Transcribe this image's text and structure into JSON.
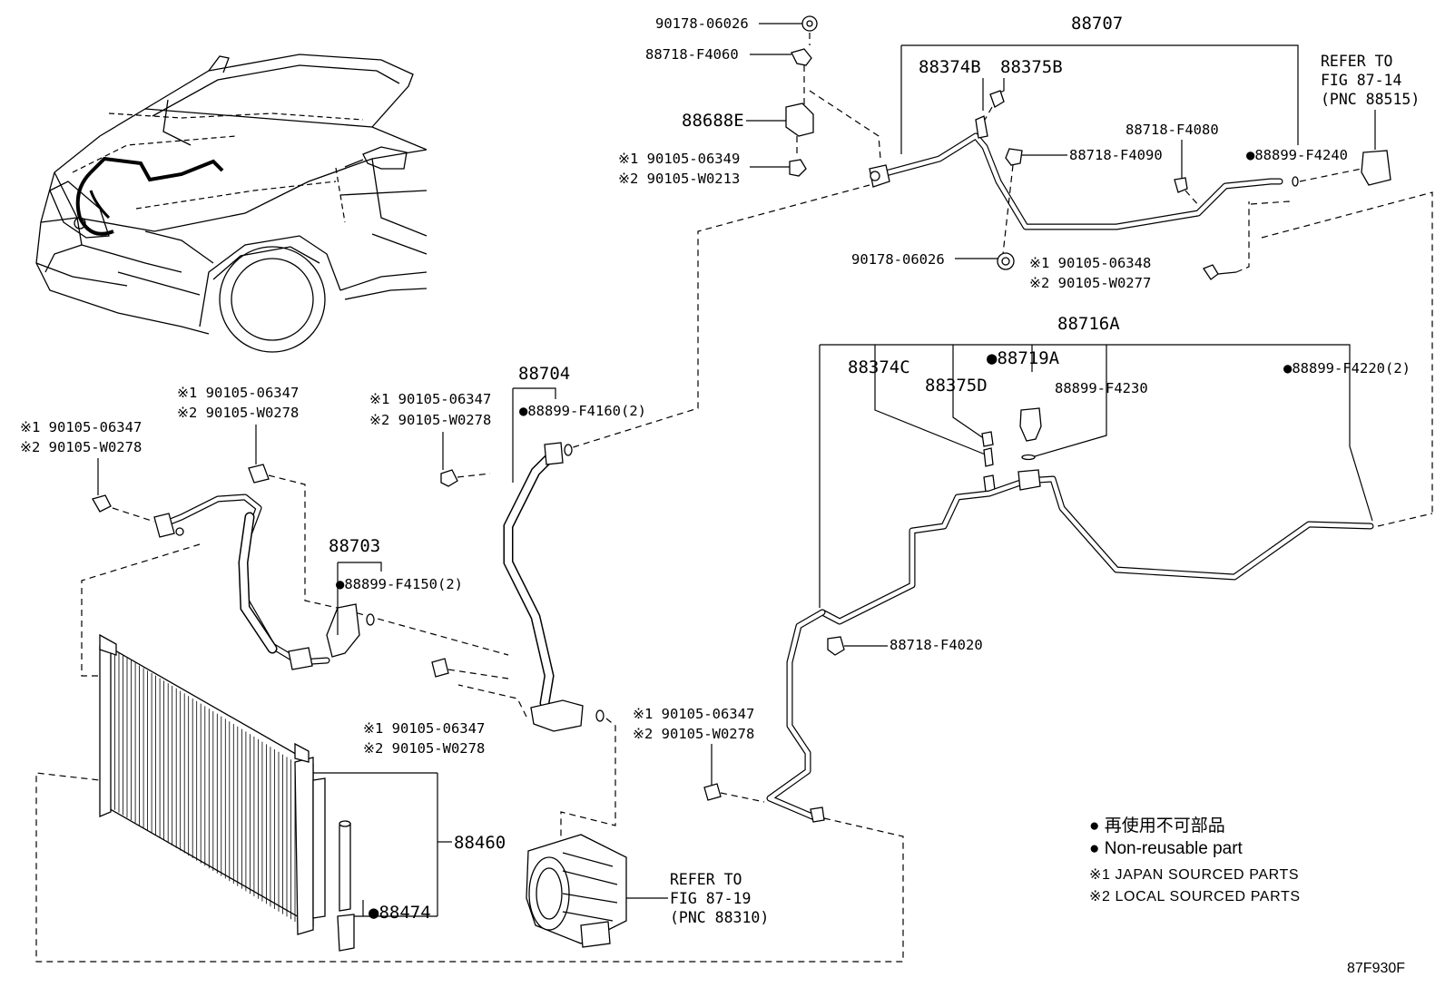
{
  "labels": {
    "p90178_top": "90178-06026",
    "p88718_f4060": "88718-F4060",
    "p88688e": "88688E",
    "p90105_06349": "※1 90105-06349",
    "p90105_w0213": "※2 90105-W0213",
    "p88707": "88707",
    "p88374b": "88374B",
    "p88375b": "88375B",
    "ref1_line1": "REFER TO",
    "ref1_line2": "FIG 87-14",
    "ref1_line3": "(PNC 88515)",
    "p88718_f4080": "88718-F4080",
    "p88718_f4090": "88718-F4090",
    "p88899_f4240": "●88899-F4240",
    "p90178_mid": "90178-06026",
    "p90105_06348": "※1 90105-06348",
    "p90105_w0277": "※2 90105-W0277",
    "p88716a": "88716A",
    "p88374c": "88374C",
    "p88375d": "88375D",
    "p88719a": "●88719A",
    "p88899_f4230": "88899-F4230",
    "p88899_f4220": "●88899-F4220(2)",
    "p88704": "88704",
    "p88704_b1": "※1 90105-06347",
    "p88704_b2": "※2 90105-W0278",
    "p88899_f4160": "●88899-F4160(2)",
    "left_b1": "※1 90105-06347",
    "left_b2": "※2 90105-W0278",
    "mid_b1": "※1 90105-06347",
    "mid_b2": "※2 90105-W0278",
    "p88703": "88703",
    "p88899_f4150": "●88899-F4150(2)",
    "low_b1": "※1 90105-06347",
    "low_b2": "※2 90105-W0278",
    "right_b1": "※1 90105-06347",
    "right_b2": "※2 90105-W0278",
    "p88718_f4020": "88718-F4020",
    "p88460": "88460",
    "p88474": "●88474",
    "ref2_line1": "REFER TO",
    "ref2_line2": "FIG 87-19",
    "ref2_line3": "(PNC 88310)"
  },
  "legend": {
    "jp": "● 再使用不可部品",
    "en": "● Non-reusable part",
    "note1": "※1 JAPAN SOURCED PARTS",
    "note2": "※2 LOCAL SOURCED PARTS"
  },
  "figure_code": "87F930F"
}
